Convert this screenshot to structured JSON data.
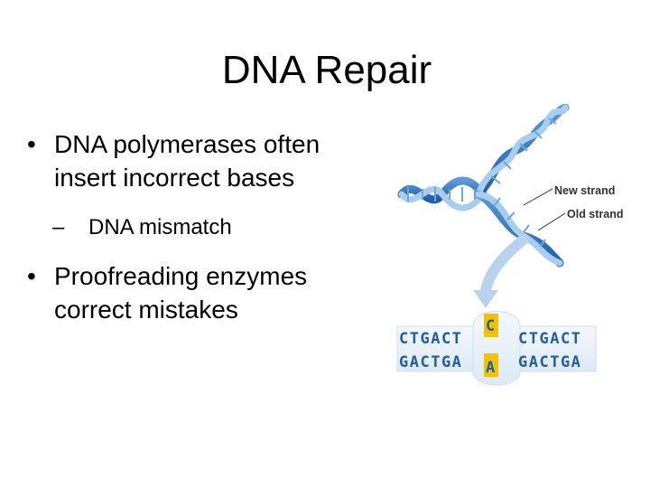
{
  "slide": {
    "title": "DNA Repair",
    "bullets": [
      {
        "marker": "•",
        "lines": [
          "DNA polymerases often",
          "insert incorrect bases"
        ],
        "sub": {
          "marker": "–",
          "text": "DNA mismatch"
        }
      },
      {
        "marker": "•",
        "lines": [
          "Proofreading enzymes",
          "correct mistakes"
        ]
      }
    ]
  },
  "figure": {
    "labels": {
      "new_strand": "New strand",
      "old_strand": "Old strand"
    },
    "top_sequence_left": "CTGACT",
    "top_mismatch": "C",
    "top_sequence_right": "CTGACT",
    "bottom_sequence_left": "GACTGA",
    "bottom_mismatch": "A",
    "bottom_sequence_right": "GACTGA",
    "colors": {
      "helix_blue": "#3b7fc4",
      "helix_light": "#a9cdee",
      "letters_blue": "#1f5fa8",
      "mismatch_fill": "#f2c200",
      "arrow": "#b9d3ee",
      "label_text": "#333333"
    }
  }
}
